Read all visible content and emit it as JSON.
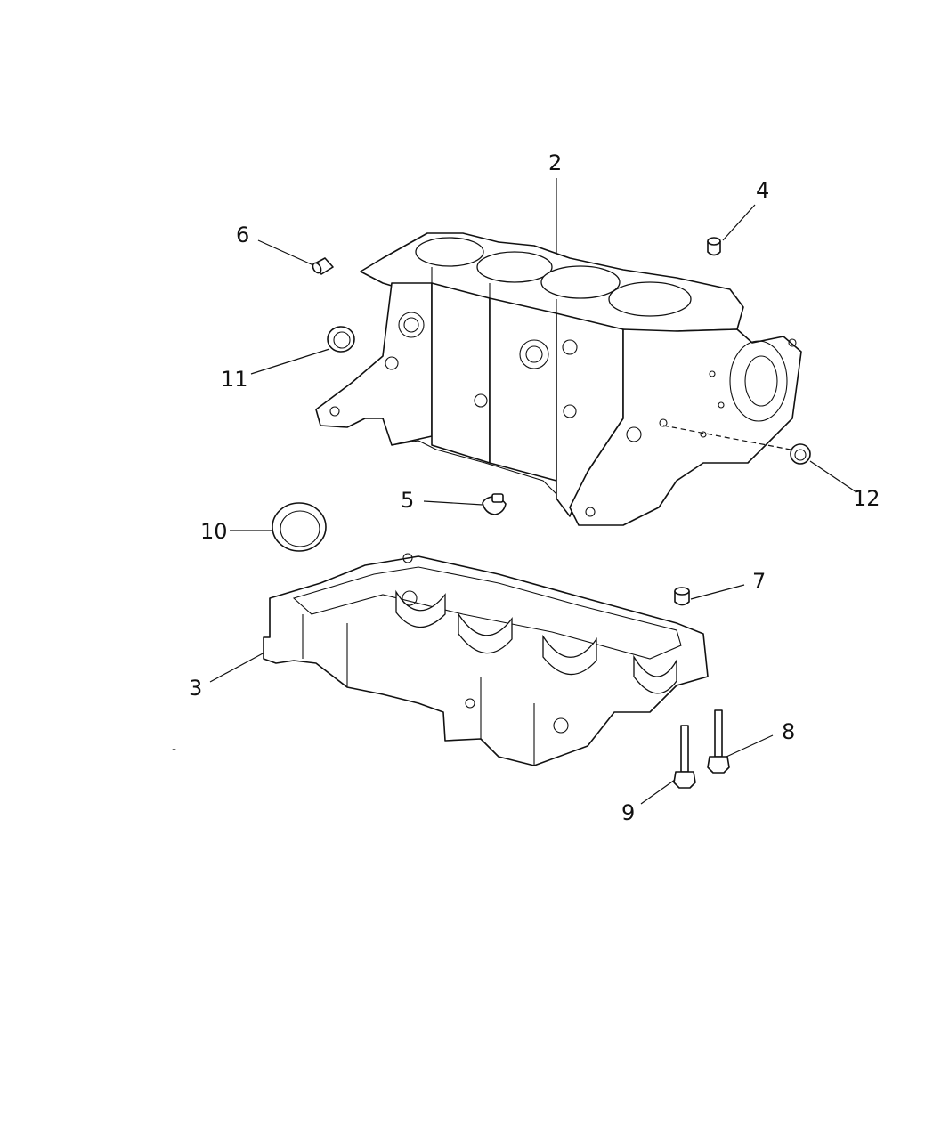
{
  "callouts": [
    {
      "id": "2",
      "text": "2"
    },
    {
      "id": "3",
      "text": "3"
    },
    {
      "id": "4",
      "text": "4"
    },
    {
      "id": "5",
      "text": "5"
    },
    {
      "id": "6",
      "text": "6"
    },
    {
      "id": "7",
      "text": "7"
    },
    {
      "id": "8",
      "text": "8"
    },
    {
      "id": "9",
      "text": "9"
    },
    {
      "id": "10",
      "text": "10"
    },
    {
      "id": "11",
      "text": "11"
    },
    {
      "id": "12",
      "text": "12"
    }
  ],
  "stray_mark": "-"
}
